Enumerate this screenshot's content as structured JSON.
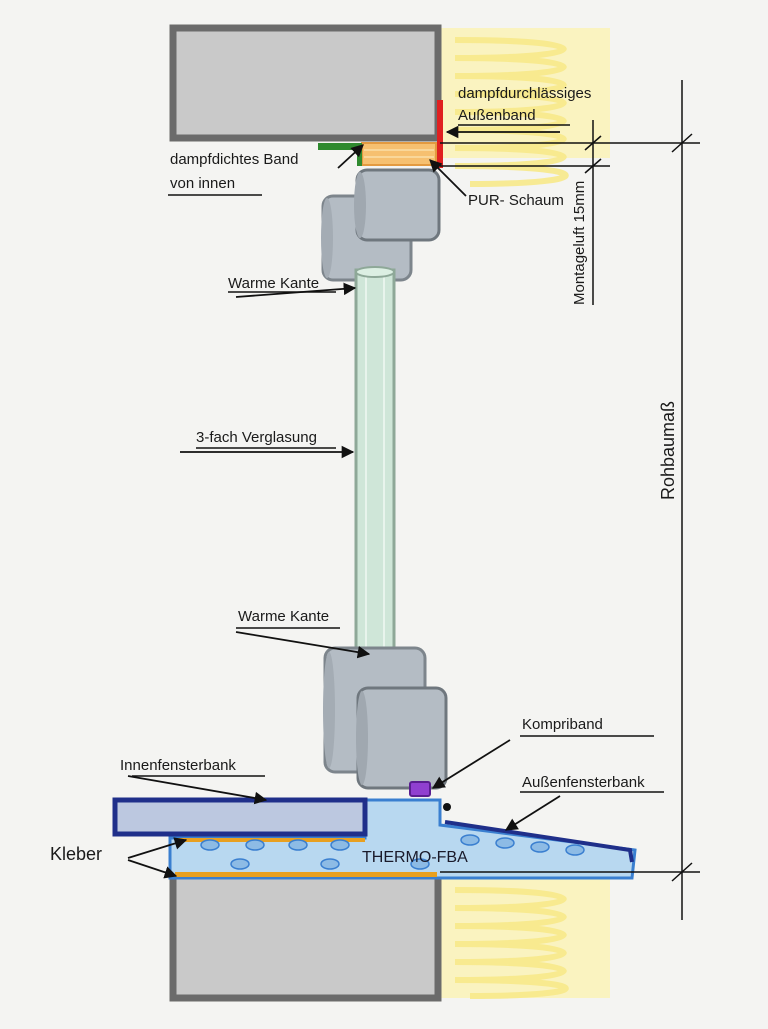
{
  "labels": {
    "dampfdurchlaessig_1": "dampfdurchlässiges",
    "dampfdurchlaessig_2": "Außenband",
    "dampfdicht_1": "dampfdichtes Band",
    "dampfdicht_2": "von innen",
    "pur": "PUR- Schaum",
    "montageluft": "Montageluft 15mm",
    "warme_kante_top": "Warme Kante",
    "verglasung": "3-fach Verglasung",
    "rohbaumass": "Rohbaumaß",
    "warme_kante_bottom": "Warme Kante",
    "kompriband": "Kompriband",
    "innenfensterbank": "Innenfensterbank",
    "aussenfensterbank": "Außenfensterbank",
    "kleber": "Kleber",
    "thermo": "THERMO-FBA"
  },
  "colors": {
    "wall": "#c9c9c9",
    "wall_border": "#6b6b6b",
    "insulation": "#fbf3b3",
    "profile": "#b4bcc4",
    "glass": "#cfe6d8",
    "foam": "#f6c070",
    "outer_tape": "#e02020",
    "inner_tape": "#2f8a2f",
    "thermo": "#b8d8f0",
    "thermo_border": "#3a7fd0",
    "sill_dark": "#1f2f8a",
    "glue": "#e8a020",
    "kompriband": "#9040d0"
  }
}
